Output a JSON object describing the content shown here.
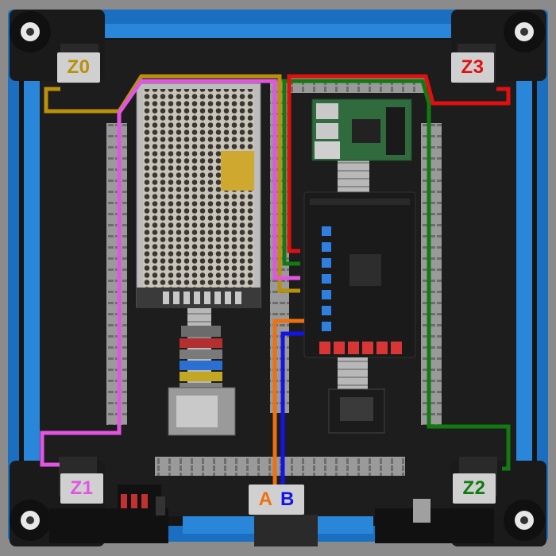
{
  "labels": {
    "z0": "Z0",
    "z1": "Z1",
    "z2": "Z2",
    "z3": "Z3",
    "a": "A",
    "b": "B"
  },
  "colors": {
    "frame_blue": "#1e7fd1",
    "panel": "#1c1c1c",
    "wire_z0": "#b8900a",
    "wire_z1": "#e255e2",
    "wire_z2": "#117a11",
    "wire_z3": "#e01010",
    "wire_a": "#f07010",
    "wire_b": "#1414e8",
    "label_bg": "#d0d0d0"
  }
}
